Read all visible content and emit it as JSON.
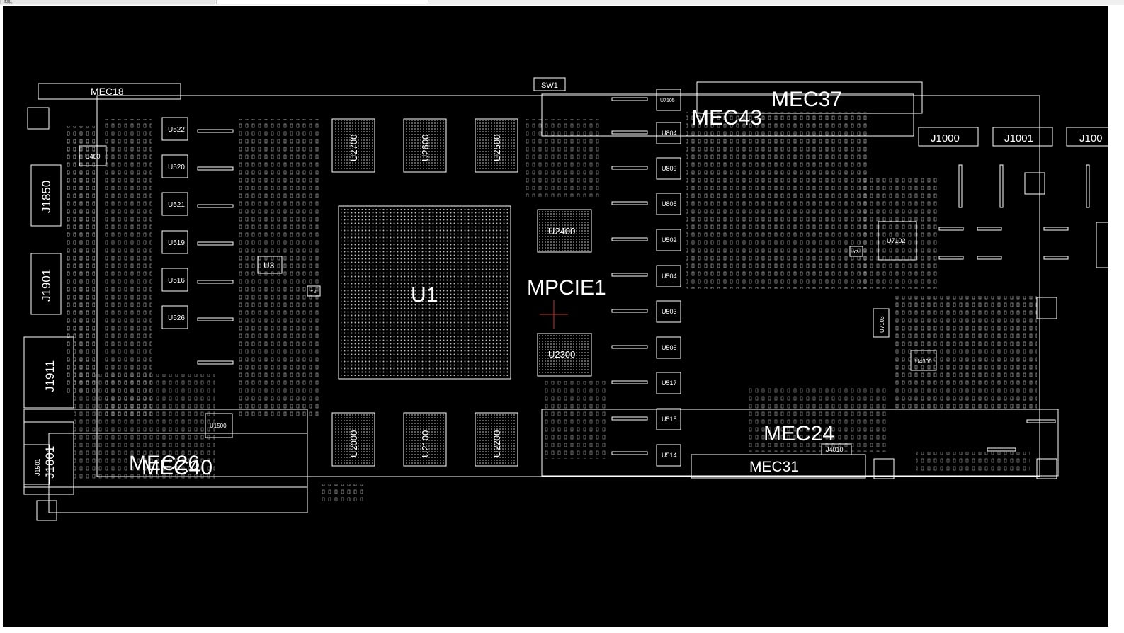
{
  "tabs": [
    {
      "label": "图纸"
    },
    {
      "label": ""
    },
    {
      "label": ""
    }
  ],
  "board": {
    "colors": {
      "background": "#000000",
      "outline": "#ffffff",
      "pad": "#cfcfcf",
      "crosshair": "#c0392b"
    },
    "large_labels": {
      "mec18": "MEC18",
      "sw1": "SW1",
      "mec37": "MEC37",
      "mec43": "MEC43",
      "j1000a": "J1000",
      "j1000b": "J1001",
      "j1000c": "J100",
      "j1850": "J1850",
      "j1901": "J1901",
      "j1911": "J1911",
      "j1801": "J1801",
      "j1501": "J1501",
      "u1": "U1",
      "mpcie1": "MPCIE1",
      "u2400": "U2400",
      "u2300": "U2300",
      "u2700": "U2700",
      "u2600": "U2600",
      "u2500": "U2500",
      "u2000": "U2000",
      "u2100": "U2100",
      "u2200": "U2200",
      "u3": "U3",
      "u400": "U400",
      "mec24": "MEC24",
      "mec31": "MEC31",
      "mec26": "MEC26",
      "mec40": "MEC40",
      "j4010": "J4010",
      "u7102": "U7102",
      "u7103": "U7103",
      "u4300": "U4300",
      "u1500": "U1500",
      "y2": "Y2",
      "y3": "Y3"
    },
    "left_column_chips": [
      "U522",
      "U520",
      "U521",
      "U519",
      "U516",
      "U526"
    ],
    "right_column_chips": [
      "U7105",
      "U804",
      "U809",
      "U805",
      "U502",
      "U504",
      "U503",
      "U505",
      "U517",
      "U515",
      "U514"
    ]
  }
}
